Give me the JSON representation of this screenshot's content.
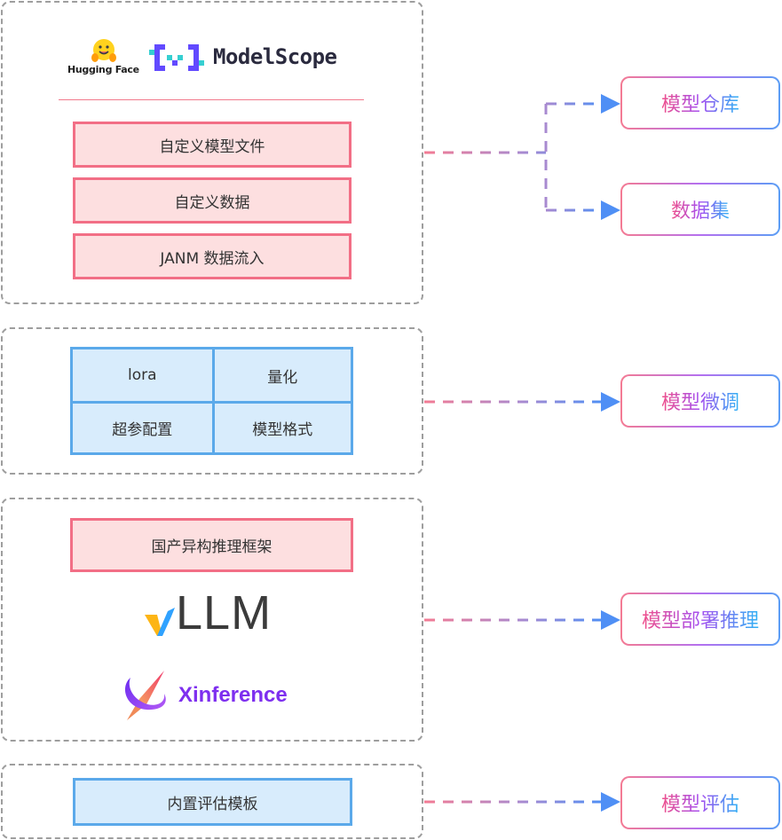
{
  "colors": {
    "group_border": "#9e9e9e",
    "pink_fill": "#fddfe0",
    "pink_border": "#f26f86",
    "blue_fill": "#d8ecfc",
    "blue_border": "#5ba9ea",
    "arrow_start": "#f47b93",
    "arrow_mid": "#a88ad0",
    "arrow_end": "#4f8ff5"
  },
  "groups": {
    "model_hub": {
      "logos": {
        "huggingface": "Hugging Face",
        "modelscope": "ModelScope"
      },
      "items": [
        "自定义模型文件",
        "自定义数据",
        "JANM 数据流入"
      ]
    },
    "finetune": {
      "cells": [
        "lora",
        "量化",
        "超参配置",
        "模型格式"
      ]
    },
    "deploy": {
      "item": "国产异构推理框架",
      "logos": {
        "vllm": "LLM",
        "xinference": "Xinference"
      }
    },
    "eval": {
      "item": "内置评估模板"
    }
  },
  "targets": [
    "模型仓库",
    "数据集",
    "模型微调",
    "模型部署推理",
    "模型评估"
  ]
}
